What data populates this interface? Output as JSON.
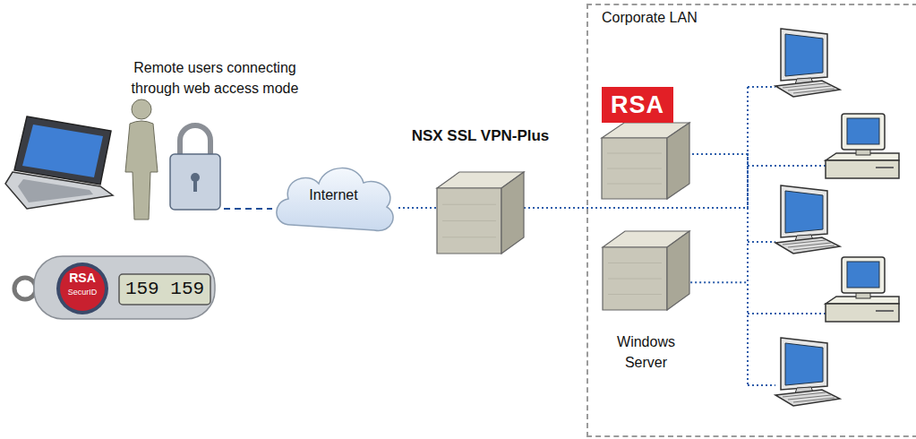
{
  "diagram": {
    "nodes": [
      {
        "text": [
          "Internet"
        ]
      },
      {
        "text": [
          "NSX SSL VPN-Plus"
        ]
      },
      {
        "text": [
          "Corporate LAN"
        ]
      },
      {
        "text": [
          "RSA"
        ],
        "in": 2
      },
      {
        "text": [
          "Windows Server"
        ],
        "in": 2
      }
    ],
    "edges": [
      {
        "from": 0,
        "to": 1,
        "arrow": "none"
      },
      {
        "from": 1,
        "to": 3,
        "arrow": "none"
      },
      {
        "from": 1,
        "to": 4,
        "arrow": "none"
      }
    ],
    "labels": [
      "Remote users connecting through web access mode",
      "RSA",
      "SecurID",
      "159 159"
    ]
  }
}
